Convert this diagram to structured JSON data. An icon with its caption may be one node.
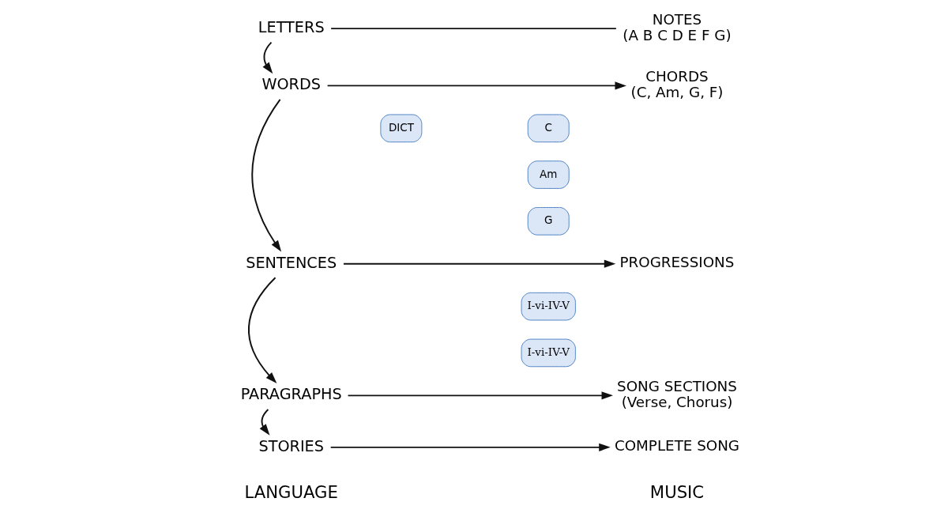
{
  "diagram": {
    "nodes": [
      {
        "text": [
          "LETTERS"
        ]
      },
      {
        "text": [
          "WORDS"
        ]
      },
      {
        "text": [
          "SENTENCES"
        ]
      },
      {
        "text": [
          "PARAGRAPHS"
        ]
      },
      {
        "text": [
          "STORIES"
        ]
      },
      {
        "text": [
          "NOTES",
          "(A B C D E F G)"
        ]
      },
      {
        "text": [
          "CHORDS",
          "(C, Am, G, F)"
        ]
      },
      {
        "text": [
          "PROGRESSIONS"
        ]
      },
      {
        "text": [
          "SONG SECTIONS",
          "(Verse, Chorus)"
        ]
      },
      {
        "text": [
          "COMPLETE SONG"
        ]
      }
    ],
    "edges": [
      {
        "from": 0,
        "to": 5,
        "arrow": "none"
      },
      {
        "from": 0,
        "to": 1,
        "arrow": "to"
      },
      {
        "from": 1,
        "to": 6,
        "arrow": "to"
      },
      {
        "from": 1,
        "to": 2,
        "arrow": "to"
      },
      {
        "from": 2,
        "to": 7,
        "arrow": "to"
      },
      {
        "from": 2,
        "to": 3,
        "arrow": "to"
      },
      {
        "from": 3,
        "to": 8,
        "arrow": "to"
      },
      {
        "from": 3,
        "to": 4,
        "arrow": "to"
      },
      {
        "from": 4,
        "to": 9,
        "arrow": "to"
      }
    ],
    "labels": [
      "LANGUAGE",
      "MUSIC",
      "DICT",
      "C",
      "Am",
      "G",
      "I-vi-IV-V",
      "I-vi-IV-V"
    ]
  }
}
